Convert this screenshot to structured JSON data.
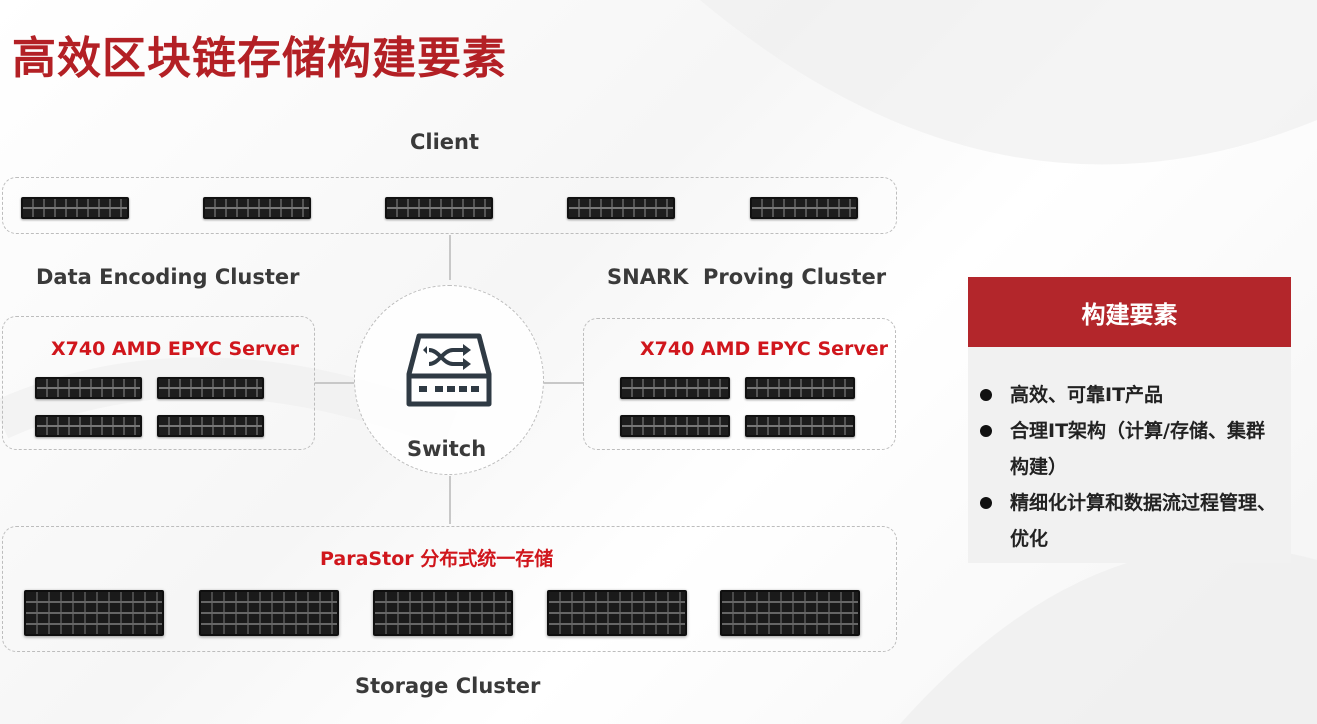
{
  "title": "高效区块链存储构建要素",
  "client_label": "Client",
  "data_encoding_label": "Data Encoding Cluster",
  "snark_label": "SNARK  Proving Cluster",
  "left_server_label": "X740 AMD EPYC Server",
  "right_server_label": "X740 AMD EPYC Server",
  "switch_label": "Switch",
  "storage_system_label": "ParaStor 分布式统一存储",
  "storage_cluster_label": "Storage Cluster",
  "panel": {
    "header": "构建要素",
    "items": [
      "高效、可靠IT产品",
      "合理IT架构（计算/存储、集群构建）",
      "精细化计算和数据流过程管理、优化"
    ]
  },
  "colors": {
    "accent_red": "#b32025",
    "label_red": "#d0161c",
    "panel_header": "#b3262b"
  },
  "icons": [
    "switch-icon",
    "rack-server-icon",
    "storage-array-icon",
    "bullet-icon"
  ]
}
